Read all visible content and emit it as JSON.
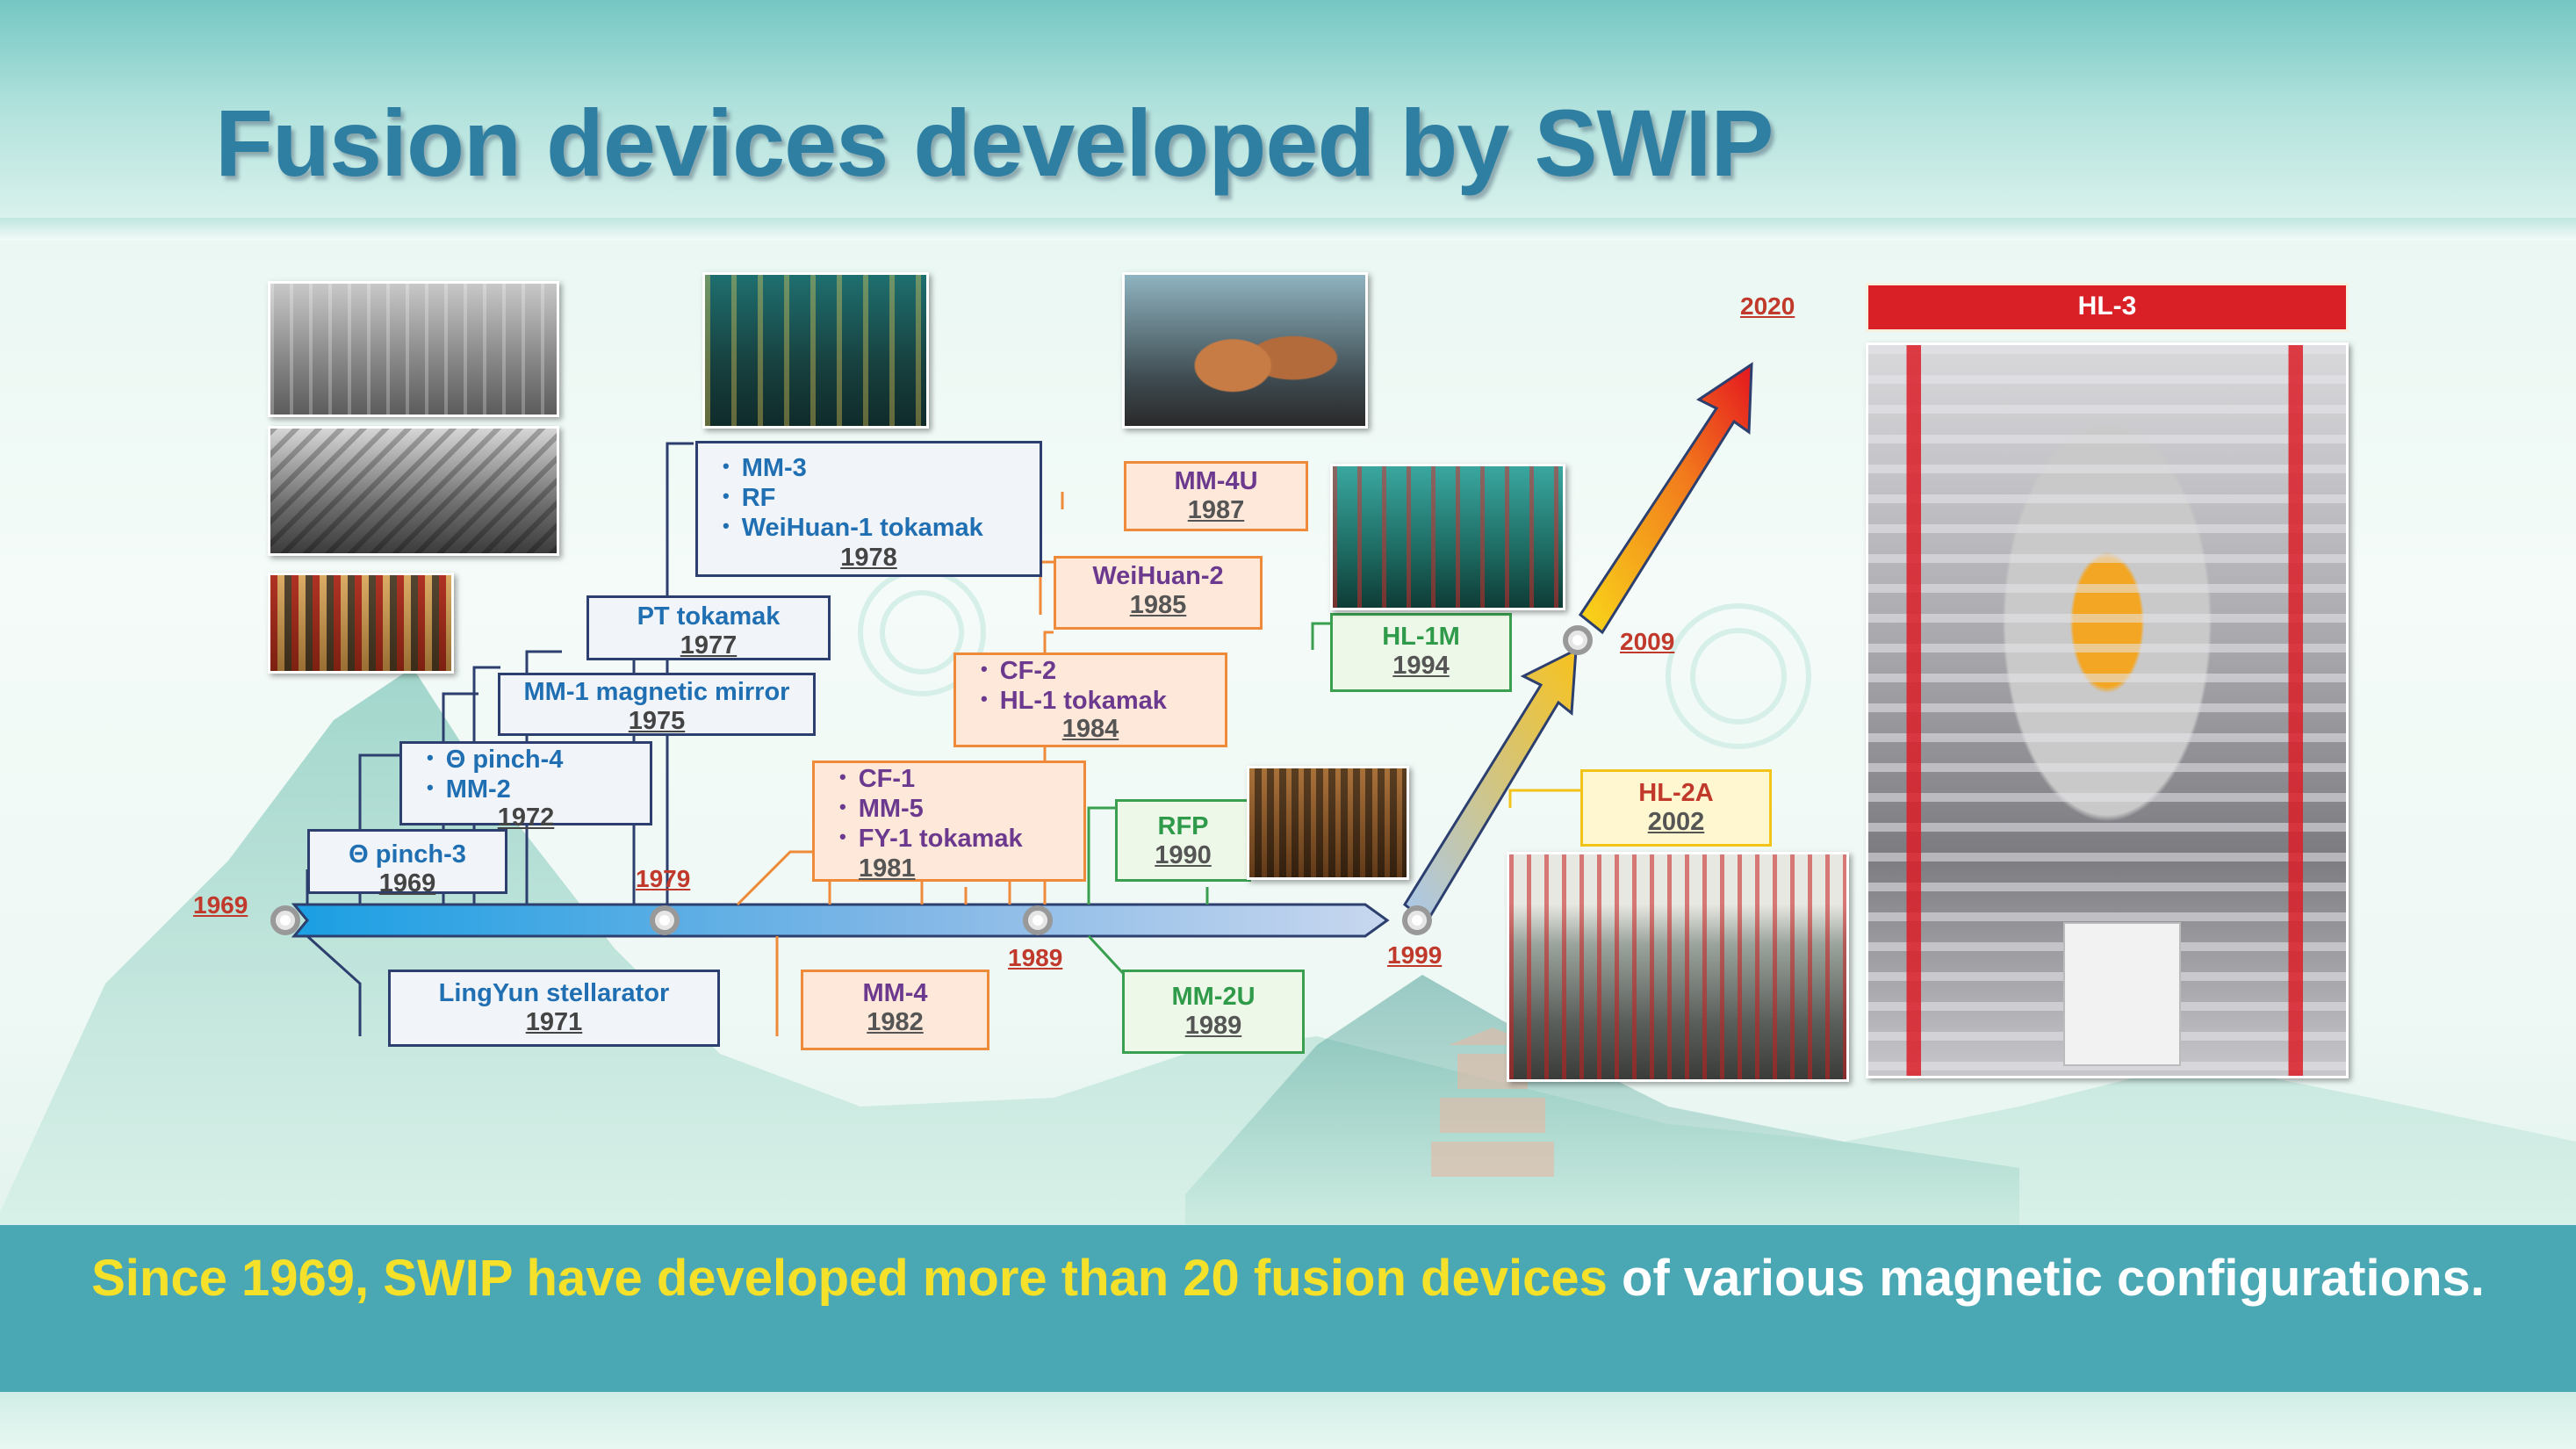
{
  "title": "Fusion devices developed by SWIP",
  "timeline_years": {
    "y1969": "1969",
    "y1979": "1979",
    "y1989": "1989",
    "y1999": "1999",
    "y2009": "2009",
    "y2020": "2020"
  },
  "devices": {
    "theta3": {
      "name": "Θ pinch-3",
      "year": "1969"
    },
    "theta4_mm2": {
      "items": [
        "Θ pinch-4",
        "MM-2"
      ],
      "year": "1972"
    },
    "mm1": {
      "name": "MM-1 magnetic mirror",
      "year": "1975"
    },
    "pt": {
      "name": "PT tokamak",
      "year": "1977"
    },
    "mm3_group": {
      "items": [
        "MM-3",
        "RF",
        "WeiHuan-1 tokamak"
      ],
      "year": "1978"
    },
    "lingyun": {
      "name": "LingYun stellarator",
      "year": "1971"
    },
    "cf1_group": {
      "items": [
        "CF-1",
        "MM-5",
        "FY-1 tokamak"
      ],
      "year": "1981"
    },
    "mm4": {
      "name": "MM-4",
      "year": "1982"
    },
    "cf2_group": {
      "items": [
        "CF-2",
        "HL-1 tokamak"
      ],
      "year": "1984"
    },
    "weihuan2": {
      "name": "WeiHuan-2",
      "year": "1985"
    },
    "mm4u": {
      "name": "MM-4U",
      "year": "1987"
    },
    "rfp": {
      "name": "RFP",
      "year": "1990"
    },
    "mm2u": {
      "name": "MM-2U",
      "year": "1989"
    },
    "hl1m": {
      "name": "HL-1M",
      "year": "1994"
    },
    "hl2a": {
      "name": "HL-2A",
      "year": "2002"
    },
    "hl3": {
      "name": "HL-3"
    }
  },
  "bottom": {
    "highlight": "Since 1969, SWIP have developed more than 20 fusion devices",
    "rest": " of various magnetic configurations."
  },
  "colors": {
    "title": "#2f7fa3",
    "highlight": "#f5e12a",
    "year_label": "#c0392b",
    "band": "#4aa8b5"
  }
}
